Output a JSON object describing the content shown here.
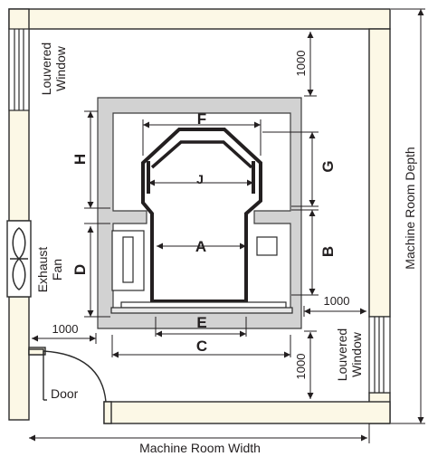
{
  "labels": {
    "louvered_window_left_line1": "Louvered",
    "louvered_window_left_line2": "Window",
    "louvered_window_right_line1": "Louvered",
    "louvered_window_right_line2": "Window",
    "exhaust_fan_line1": "Exhaust",
    "exhaust_fan_line2": "Fan",
    "door": "Door",
    "machine_room_width": "Machine Room Width",
    "machine_room_depth": "Machine Room Depth"
  },
  "dimensions": {
    "A": "A",
    "B": "B",
    "C": "C",
    "D": "D",
    "E": "E",
    "F": "F",
    "G": "G",
    "H": "H",
    "J": "J",
    "top_clearance": "1000",
    "right_clearance": "1000",
    "left_clearance": "1000",
    "bottom_clearance": "1000"
  },
  "colors": {
    "wall_fill": "#fcf8e6",
    "wall_stroke": "#2b2b2b",
    "shaft_fill": "#d2d2d2",
    "line": "#231f20"
  }
}
